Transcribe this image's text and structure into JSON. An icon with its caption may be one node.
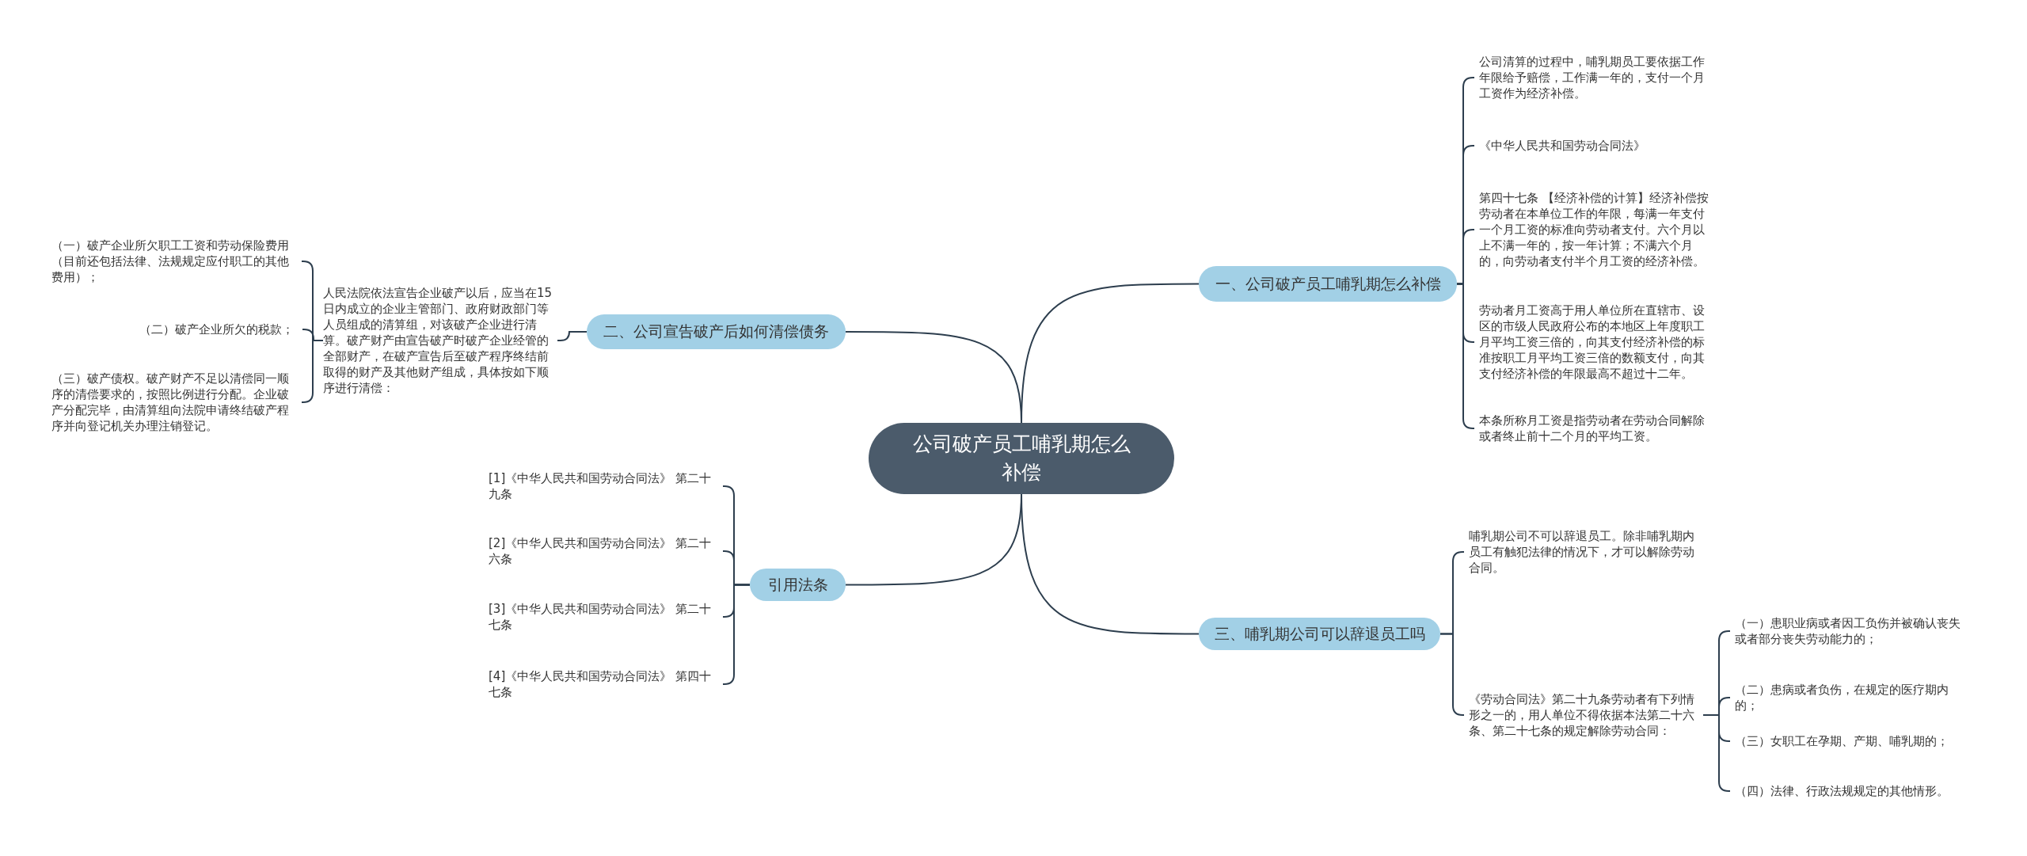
{
  "diagram": {
    "nodes": [
      {
        "text": [
          "公司破产员工哺乳期怎么补偿"
        ]
      },
      {
        "text": [
          "一、公司破产员工哺乳期怎么补偿"
        ]
      },
      {
        "text": [
          "公司清算的过程中，哺乳期员工要依据工作年限给予赔偿，工作满一年的，支付一个月工资作为经济补偿。"
        ]
      },
      {
        "text": [
          "《中华人民共和国劳动合同法》"
        ]
      },
      {
        "text": [
          "第四十七条 【经济补偿的计算】经济补偿按劳动者在本单位工作的年限，每满一年支付一个月工资的标准向劳动者支付。六个月以上不满一年的，按一年计算；不满六个月的，向劳动者支付半个月工资的经济补偿。"
        ]
      },
      {
        "text": [
          "劳动者月工资高于用人单位所在直辖市、设区的市级人民政府公布的本地区上年度职工月平均工资三倍的，向其支付经济补偿的标准按职工月平均工资三倍的数额支付，向其支付经济补偿的年限最高不超过十二年。"
        ]
      },
      {
        "text": [
          "本条所称月工资是指劳动者在劳动合同解除或者终止前十二个月的平均工资。"
        ]
      },
      {
        "text": [
          "二、公司宣告破产后如何清偿债务"
        ]
      },
      {
        "text": [
          "人民法院依法宣告企业破产以后，应当在15日内成立的企业主管部门、政府财政部门等人员组成的清算组，对该破产企业进行清算。破产财产由宣告破产时破产企业经管的全部财产，在破产宣告后至破产程序终结前取得的财产及其他财产组成，具体按如下顺序进行清偿："
        ]
      },
      {
        "text": [
          "（一）破产企业所欠职工工资和劳动保险费用（目前还包括法律、法规规定应付职工的其他费用）；"
        ]
      },
      {
        "text": [
          "（二）破产企业所欠的税款；"
        ]
      },
      {
        "text": [
          "（三）破产债权。破产财产不足以清偿同一顺序的清偿要求的，按照比例进行分配。企业破产分配完毕，由清算组向法院申请终结破产程序并向登记机关办理注销登记。"
        ]
      },
      {
        "text": [
          "引用法条"
        ]
      },
      {
        "text": [
          "[1]《中华人民共和国劳动合同法》 第二十九条"
        ]
      },
      {
        "text": [
          "[2]《中华人民共和国劳动合同法》 第二十六条"
        ]
      },
      {
        "text": [
          "[3]《中华人民共和国劳动合同法》 第二十七条"
        ]
      },
      {
        "text": [
          "[4]《中华人民共和国劳动合同法》 第四十七条"
        ]
      },
      {
        "text": [
          "三、哺乳期公司可以辞退员工吗"
        ]
      },
      {
        "text": [
          "哺乳期公司不可以辞退员工。除非哺乳期内员工有触犯法律的情况下，才可以解除劳动合同。"
        ]
      },
      {
        "text": [
          "《劳动合同法》第二十九条劳动者有下列情形之一的，用人单位不得依据本法第二十六条、第二十七条的规定解除劳动合同："
        ]
      },
      {
        "text": [
          "（一）患职业病或者因工负伤并被确认丧失或者部分丧失劳动能力的；"
        ]
      },
      {
        "text": [
          "（二）患病或者负伤，在规定的医疗期内的；"
        ]
      },
      {
        "text": [
          "（三）女职工在孕期、产期、哺乳期的；"
        ]
      },
      {
        "text": [
          "（四）法律、行政法规规定的其他情形。"
        ]
      }
    ],
    "edges": [
      {
        "from": 0,
        "to": 1,
        "arrow": "none"
      },
      {
        "from": 1,
        "to": 2,
        "arrow": "none"
      },
      {
        "from": 1,
        "to": 3,
        "arrow": "none"
      },
      {
        "from": 1,
        "to": 4,
        "arrow": "none"
      },
      {
        "from": 1,
        "to": 5,
        "arrow": "none"
      },
      {
        "from": 1,
        "to": 6,
        "arrow": "none"
      },
      {
        "from": 0,
        "to": 7,
        "arrow": "none"
      },
      {
        "from": 7,
        "to": 8,
        "arrow": "none"
      },
      {
        "from": 8,
        "to": 9,
        "arrow": "none"
      },
      {
        "from": 8,
        "to": 10,
        "arrow": "none"
      },
      {
        "from": 8,
        "to": 11,
        "arrow": "none"
      },
      {
        "from": 0,
        "to": 12,
        "arrow": "none"
      },
      {
        "from": 12,
        "to": 13,
        "arrow": "none"
      },
      {
        "from": 12,
        "to": 14,
        "arrow": "none"
      },
      {
        "from": 12,
        "to": 15,
        "arrow": "none"
      },
      {
        "from": 12,
        "to": 16,
        "arrow": "none"
      },
      {
        "from": 0,
        "to": 17,
        "arrow": "none"
      },
      {
        "from": 17,
        "to": 18,
        "arrow": "none"
      },
      {
        "from": 17,
        "to": 19,
        "arrow": "none"
      },
      {
        "from": 19,
        "to": 20,
        "arrow": "none"
      },
      {
        "from": 19,
        "to": 21,
        "arrow": "none"
      },
      {
        "from": 19,
        "to": 22,
        "arrow": "none"
      },
      {
        "from": 19,
        "to": 23,
        "arrow": "none"
      }
    ]
  }
}
